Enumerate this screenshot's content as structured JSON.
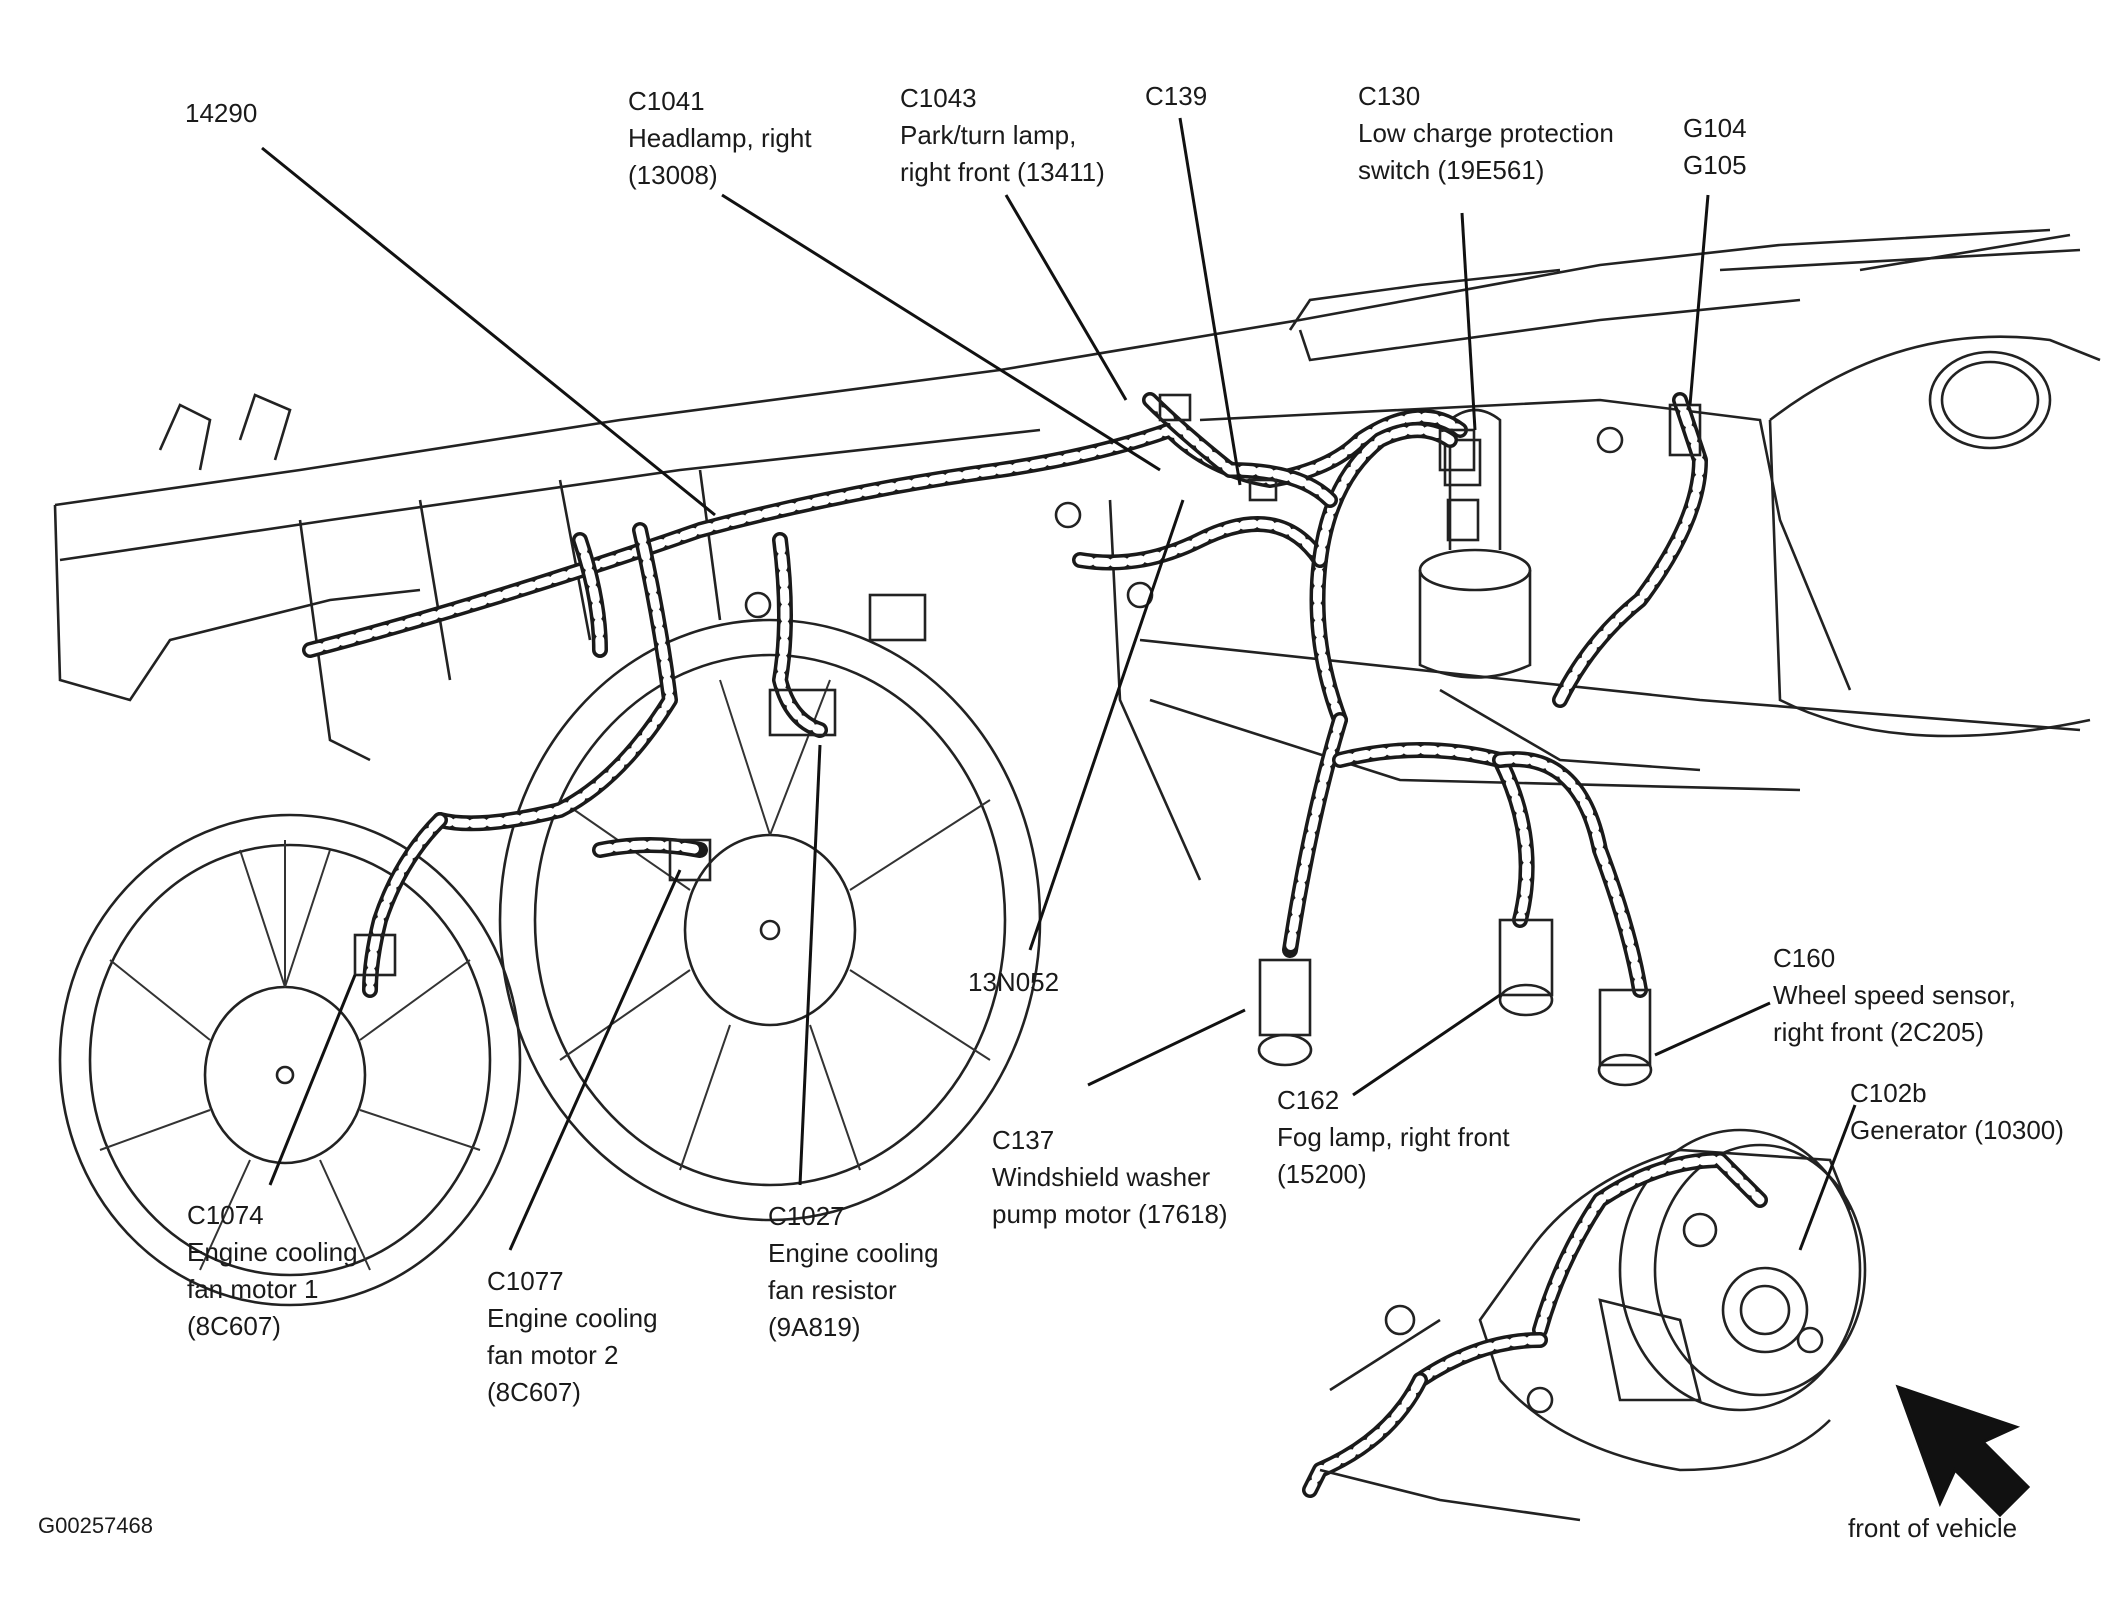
{
  "figure_id": "G00257468",
  "orientation_note": "front of vehicle",
  "labels": {
    "l14290": [
      "14290"
    ],
    "c1041": [
      "C1041",
      "Headlamp, right",
      "(13008)"
    ],
    "c1043": [
      "C1043",
      "Park/turn lamp,",
      "right front (13411)"
    ],
    "c139": [
      "C139"
    ],
    "c130": [
      "C130",
      "Low charge protection",
      "switch (19E561)"
    ],
    "g104": [
      "G104",
      "G105"
    ],
    "c160": [
      "C160",
      "Wheel speed sensor,",
      "right front (2C205)"
    ],
    "c102b": [
      "C102b",
      "Generator (10300)"
    ],
    "c162": [
      "C162",
      "Fog lamp, right front",
      "(15200)"
    ],
    "c137": [
      "C137",
      "Windshield washer",
      "pump motor (17618)"
    ],
    "l13n052": [
      "13N052"
    ],
    "c1027": [
      "C1027",
      "Engine cooling",
      "fan resistor",
      "(9A819)"
    ],
    "c1077": [
      "C1077",
      "Engine cooling",
      "fan motor 2",
      "(8C607)"
    ],
    "c1074": [
      "C1074",
      "Engine cooling",
      "fan motor 1",
      "(8C607)"
    ]
  },
  "colors": {
    "line": "#222222",
    "background": "#ffffff"
  },
  "icons": [
    "front-arrow-icon"
  ]
}
